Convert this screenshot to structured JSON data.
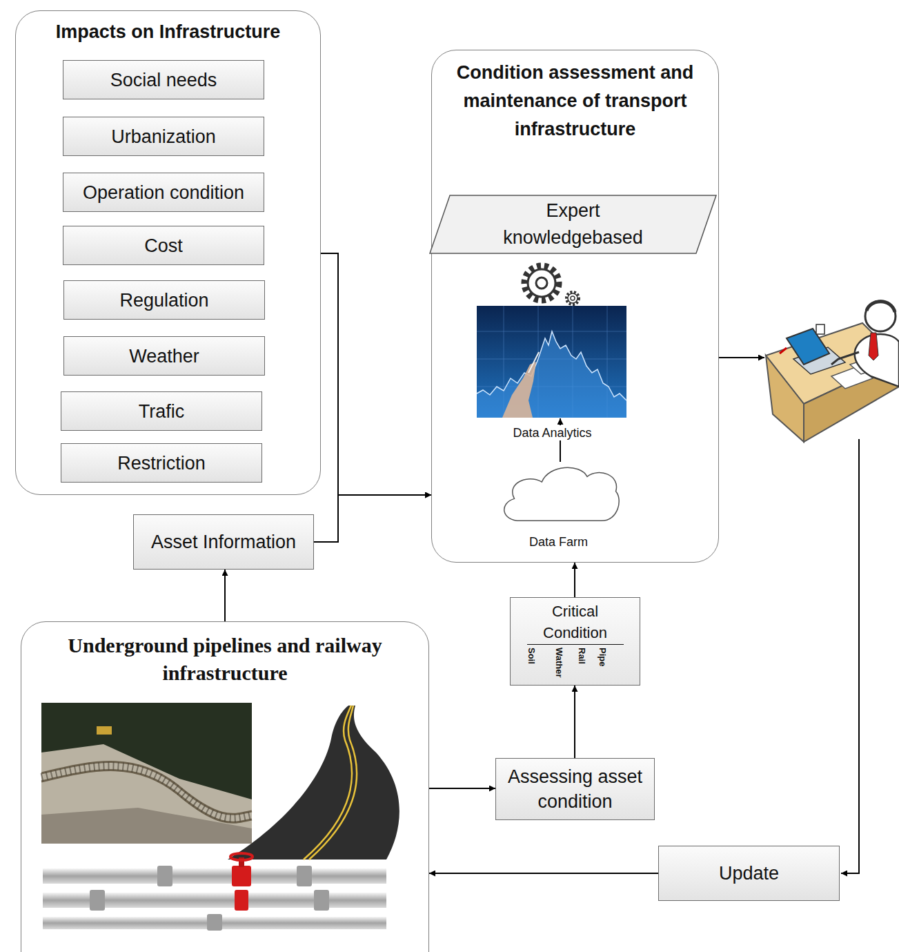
{
  "diagram": {
    "nodes": [
      {
        "text": [
          "Impacts on Infrastructure"
        ]
      },
      {
        "text": [
          "Social needs"
        ],
        "in": 0
      },
      {
        "text": [
          "Urbanization"
        ],
        "in": 0
      },
      {
        "text": [
          "Operation condition"
        ],
        "in": 0
      },
      {
        "text": [
          "Cost"
        ],
        "in": 0
      },
      {
        "text": [
          "Regulation"
        ],
        "in": 0
      },
      {
        "text": [
          "Weather"
        ],
        "in": 0
      },
      {
        "text": [
          "Trafic"
        ],
        "in": 0
      },
      {
        "text": [
          "Restriction"
        ],
        "in": 0
      },
      {
        "text": [
          "Condition assessment and maintenance of transport infrastructure"
        ]
      },
      {
        "text": [
          "Expert knowledgebased"
        ],
        "in": 9
      },
      {
        "text": [
          "Data Analytics"
        ],
        "in": 9
      },
      {
        "text": [
          "Data Farm"
        ],
        "in": 9
      },
      {
        "text": [
          "Asset Information"
        ]
      },
      {
        "text": [
          "Underground pipelines and railway infrastructure"
        ]
      },
      {
        "text": [
          "Critical Condition",
          "Soil",
          "Wather",
          "Rail",
          "Pipe"
        ]
      },
      {
        "text": [
          "Assessing asset condition"
        ]
      },
      {
        "text": [
          "Update"
        ]
      }
    ],
    "edges": [
      {
        "from": 0,
        "to": 9,
        "arrow": "to"
      },
      {
        "from": 13,
        "to": 9,
        "arrow": "to"
      },
      {
        "from": 12,
        "to": 11,
        "arrow": "to"
      },
      {
        "from": 14,
        "to": 13,
        "arrow": "to"
      },
      {
        "from": 14,
        "to": 16,
        "arrow": "to"
      },
      {
        "from": 16,
        "to": 15,
        "arrow": "to"
      },
      {
        "from": 15,
        "to": 9,
        "arrow": "to"
      },
      {
        "from": 17,
        "to": 14,
        "arrow": "to"
      }
    ]
  }
}
